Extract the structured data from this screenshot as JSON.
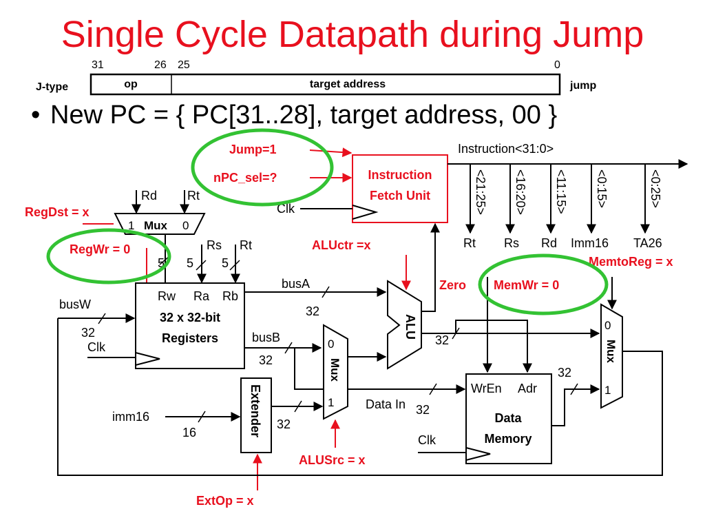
{
  "title": "Single Cycle Datapath during Jump",
  "instruction_format": {
    "bit_31": "31",
    "bit_26": "26",
    "bit_25": "25",
    "bit_0": "0",
    "type_label": "J-type",
    "field_op": "op",
    "field_target": "target address",
    "instr_name": "jump"
  },
  "bullet": "New PC = { PC[31..28], target address, 00 }",
  "signals": {
    "jump": "Jump=1",
    "npc_sel": "nPC_sel=?",
    "regdst": "RegDst = x",
    "regwr": "RegWr = 0",
    "aluctr": "ALUctr =x",
    "zero": "Zero",
    "memwr": "MemWr = 0",
    "memtoreg": "MemtoReg = x",
    "alusrc": "ALUSrc = x",
    "extop": "ExtOp = x"
  },
  "ifu": {
    "line1": "Instruction",
    "line2": "Fetch Unit",
    "clk": "Clk"
  },
  "instruction_bus": {
    "label": "Instruction<31:0>",
    "fields": [
      {
        "range": "<21:25>",
        "name": "Rt"
      },
      {
        "range": "<16:20>",
        "name": "Rs"
      },
      {
        "range": "<11:15>",
        "name": "Rd"
      },
      {
        "range": "<0:15>",
        "name": "Imm16"
      },
      {
        "range": "<0:25>",
        "name": "TA26"
      }
    ]
  },
  "regdst_mux": {
    "rd": "Rd",
    "rt": "Rt",
    "in1": "1",
    "label": "Mux",
    "in0": "0"
  },
  "register_file": {
    "rs": "Rs",
    "rt": "Rt",
    "w_rw": "5",
    "w_ra": "5",
    "w_rb": "5",
    "port_rw": "Rw",
    "port_ra": "Ra",
    "port_rb": "Rb",
    "line1": "32 x 32-bit",
    "line2": "Registers",
    "clk": "Clk",
    "busw": "busW",
    "busw_width": "32"
  },
  "busA": {
    "label": "busA",
    "width": "32"
  },
  "busB": {
    "label": "busB",
    "width": "32"
  },
  "alusrc_mux": {
    "in0": "0",
    "label": "Mux",
    "in1": "1"
  },
  "alu": {
    "label": "ALU",
    "out_width": "32"
  },
  "extender": {
    "label": "Extender",
    "imm": "imm16",
    "in_width": "16",
    "out_width": "32"
  },
  "data_memory": {
    "wren": "WrEn",
    "adr": "Adr",
    "line1": "Data",
    "line2": "Memory",
    "clk": "Clk",
    "data_in": "Data In",
    "data_in_width": "32",
    "out_width": "32"
  },
  "memtoreg_mux": {
    "in0": "0",
    "label": "Mux",
    "in1": "1"
  },
  "colors": {
    "red": "#e8101e",
    "green": "#33c233",
    "black": "#000000"
  }
}
